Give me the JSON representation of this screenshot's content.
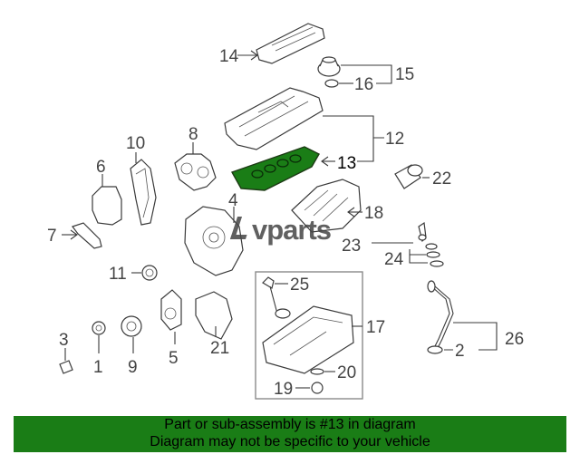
{
  "diagram": {
    "callouts": [
      {
        "id": "14",
        "label": "14"
      },
      {
        "id": "15",
        "label": "15"
      },
      {
        "id": "16",
        "label": "16"
      },
      {
        "id": "12",
        "label": "12"
      },
      {
        "id": "13",
        "label": "13"
      },
      {
        "id": "22",
        "label": "22"
      },
      {
        "id": "8",
        "label": "8"
      },
      {
        "id": "10",
        "label": "10"
      },
      {
        "id": "6",
        "label": "6"
      },
      {
        "id": "4",
        "label": "4"
      },
      {
        "id": "18",
        "label": "18"
      },
      {
        "id": "7",
        "label": "7"
      },
      {
        "id": "23",
        "label": "23"
      },
      {
        "id": "24",
        "label": "24"
      },
      {
        "id": "11",
        "label": "11"
      },
      {
        "id": "21",
        "label": "21"
      },
      {
        "id": "17",
        "label": "17"
      },
      {
        "id": "25",
        "label": "25"
      },
      {
        "id": "26",
        "label": "26"
      },
      {
        "id": "2",
        "label": "2"
      },
      {
        "id": "3",
        "label": "3"
      },
      {
        "id": "1",
        "label": "1"
      },
      {
        "id": "9",
        "label": "9"
      },
      {
        "id": "5",
        "label": "5"
      },
      {
        "id": "20",
        "label": "20"
      },
      {
        "id": "19",
        "label": "19"
      }
    ],
    "highlight_color": "#1a7d16"
  },
  "watermark": {
    "text": "vparts"
  },
  "banner": {
    "line1": "Part or sub-assembly is #13 in diagram",
    "line2": "Diagram may not be specific to your vehicle",
    "background": "#1a7d16"
  }
}
